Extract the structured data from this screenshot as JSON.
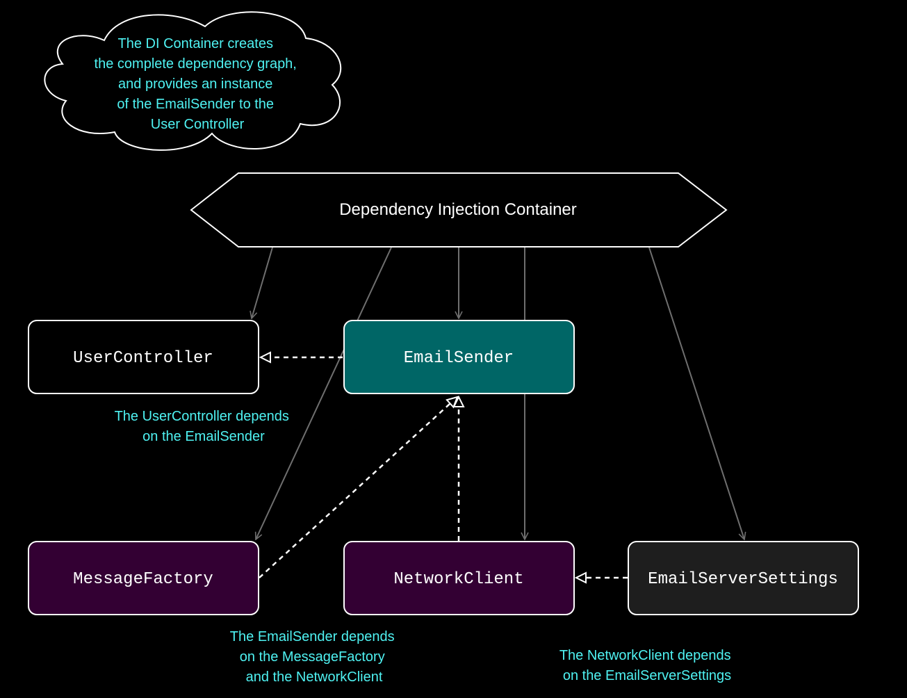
{
  "colors": {
    "background": "#000000",
    "note_text": "#4ff2f2",
    "label_text": "#ffffff",
    "edge_solid": "#6f6f6f",
    "edge_dashed": "#ffffff",
    "email_sender_fill": "#006666",
    "purple_fill": "#330033",
    "settings_fill": "#1e1e1e",
    "plain_fill": "#000000"
  },
  "container": {
    "label": "Dependency Injection Container"
  },
  "boxes": {
    "user_controller": "UserController",
    "email_sender": "EmailSender",
    "message_factory": "MessageFactory",
    "network_client": "NetworkClient",
    "email_server_settings": "EmailServerSettings"
  },
  "notes": {
    "cloud": [
      "The DI Container creates",
      "the complete dependency graph,",
      "and provides an instance",
      "of the EmailSender to the",
      "User Controller"
    ],
    "user_controller_note": [
      "The UserController depends",
      "on the EmailSender"
    ],
    "email_sender_note": [
      "The EmailSender depends",
      "on the MessageFactory",
      "and the NetworkClient"
    ],
    "network_client_note": [
      "The NetworkClient depends",
      "on the EmailServerSettings"
    ]
  }
}
